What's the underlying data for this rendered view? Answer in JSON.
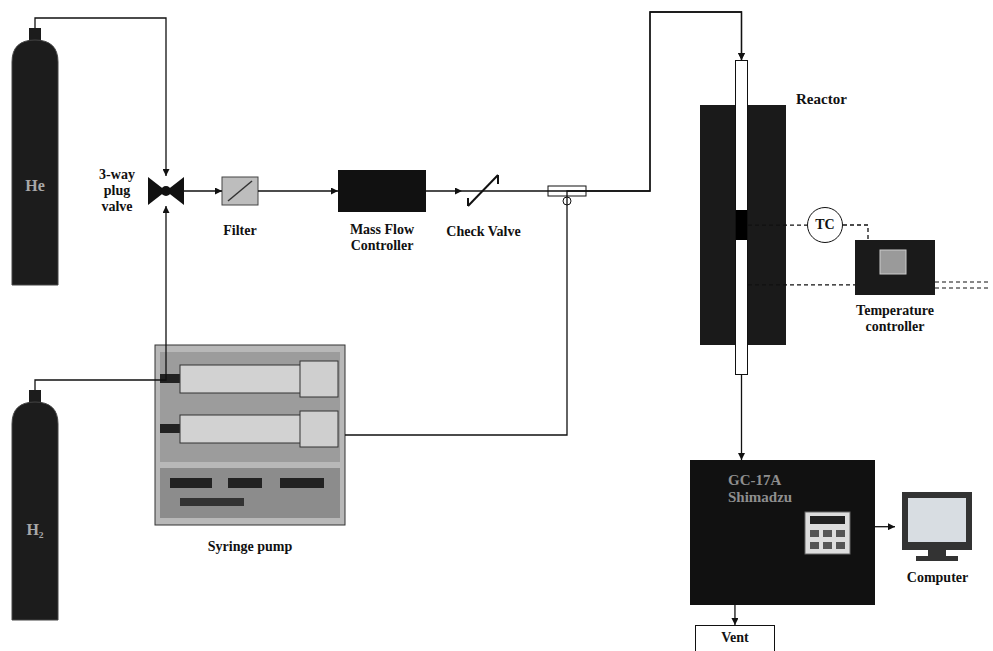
{
  "diagram": {
    "nodes": [
      {
        "text": [
          "He"
        ]
      },
      {
        "text": [
          "H₂"
        ]
      },
      {
        "text": [
          "3-way plug valve"
        ]
      },
      {
        "text": [
          "Filter"
        ]
      },
      {
        "text": [
          "Mass Flow Controller"
        ]
      },
      {
        "text": [
          "Check Valve"
        ]
      },
      {
        "text": [
          "Syringe pump"
        ]
      },
      {
        "text": [
          "Reactor"
        ]
      },
      {
        "text": [
          "TC"
        ]
      },
      {
        "text": [
          "Temperature controller"
        ]
      },
      {
        "text": [
          "GC-17A Shimadzu"
        ]
      },
      {
        "text": [
          "Computer"
        ]
      },
      {
        "text": [
          "Vent"
        ]
      }
    ],
    "edges": [
      {
        "from": 0,
        "to": 2,
        "arrow": "to"
      },
      {
        "from": 1,
        "to": 2,
        "arrow": "to"
      },
      {
        "from": 2,
        "to": 3,
        "arrow": "to"
      },
      {
        "from": 3,
        "to": 4,
        "arrow": "to"
      },
      {
        "from": 4,
        "to": 5,
        "arrow": "to"
      },
      {
        "from": 5,
        "to": 7,
        "arrow": "to"
      },
      {
        "from": 6,
        "to": 7,
        "arrow": "to"
      },
      {
        "from": 7,
        "to": 10,
        "arrow": "to"
      },
      {
        "from": 10,
        "to": 11,
        "arrow": "to"
      },
      {
        "from": 10,
        "to": 12,
        "arrow": "to"
      },
      {
        "from": 7,
        "to": 8,
        "arrow": "none"
      },
      {
        "from": 8,
        "to": 9,
        "arrow": "none"
      },
      {
        "from": 7,
        "to": 9,
        "arrow": "none"
      }
    ]
  }
}
